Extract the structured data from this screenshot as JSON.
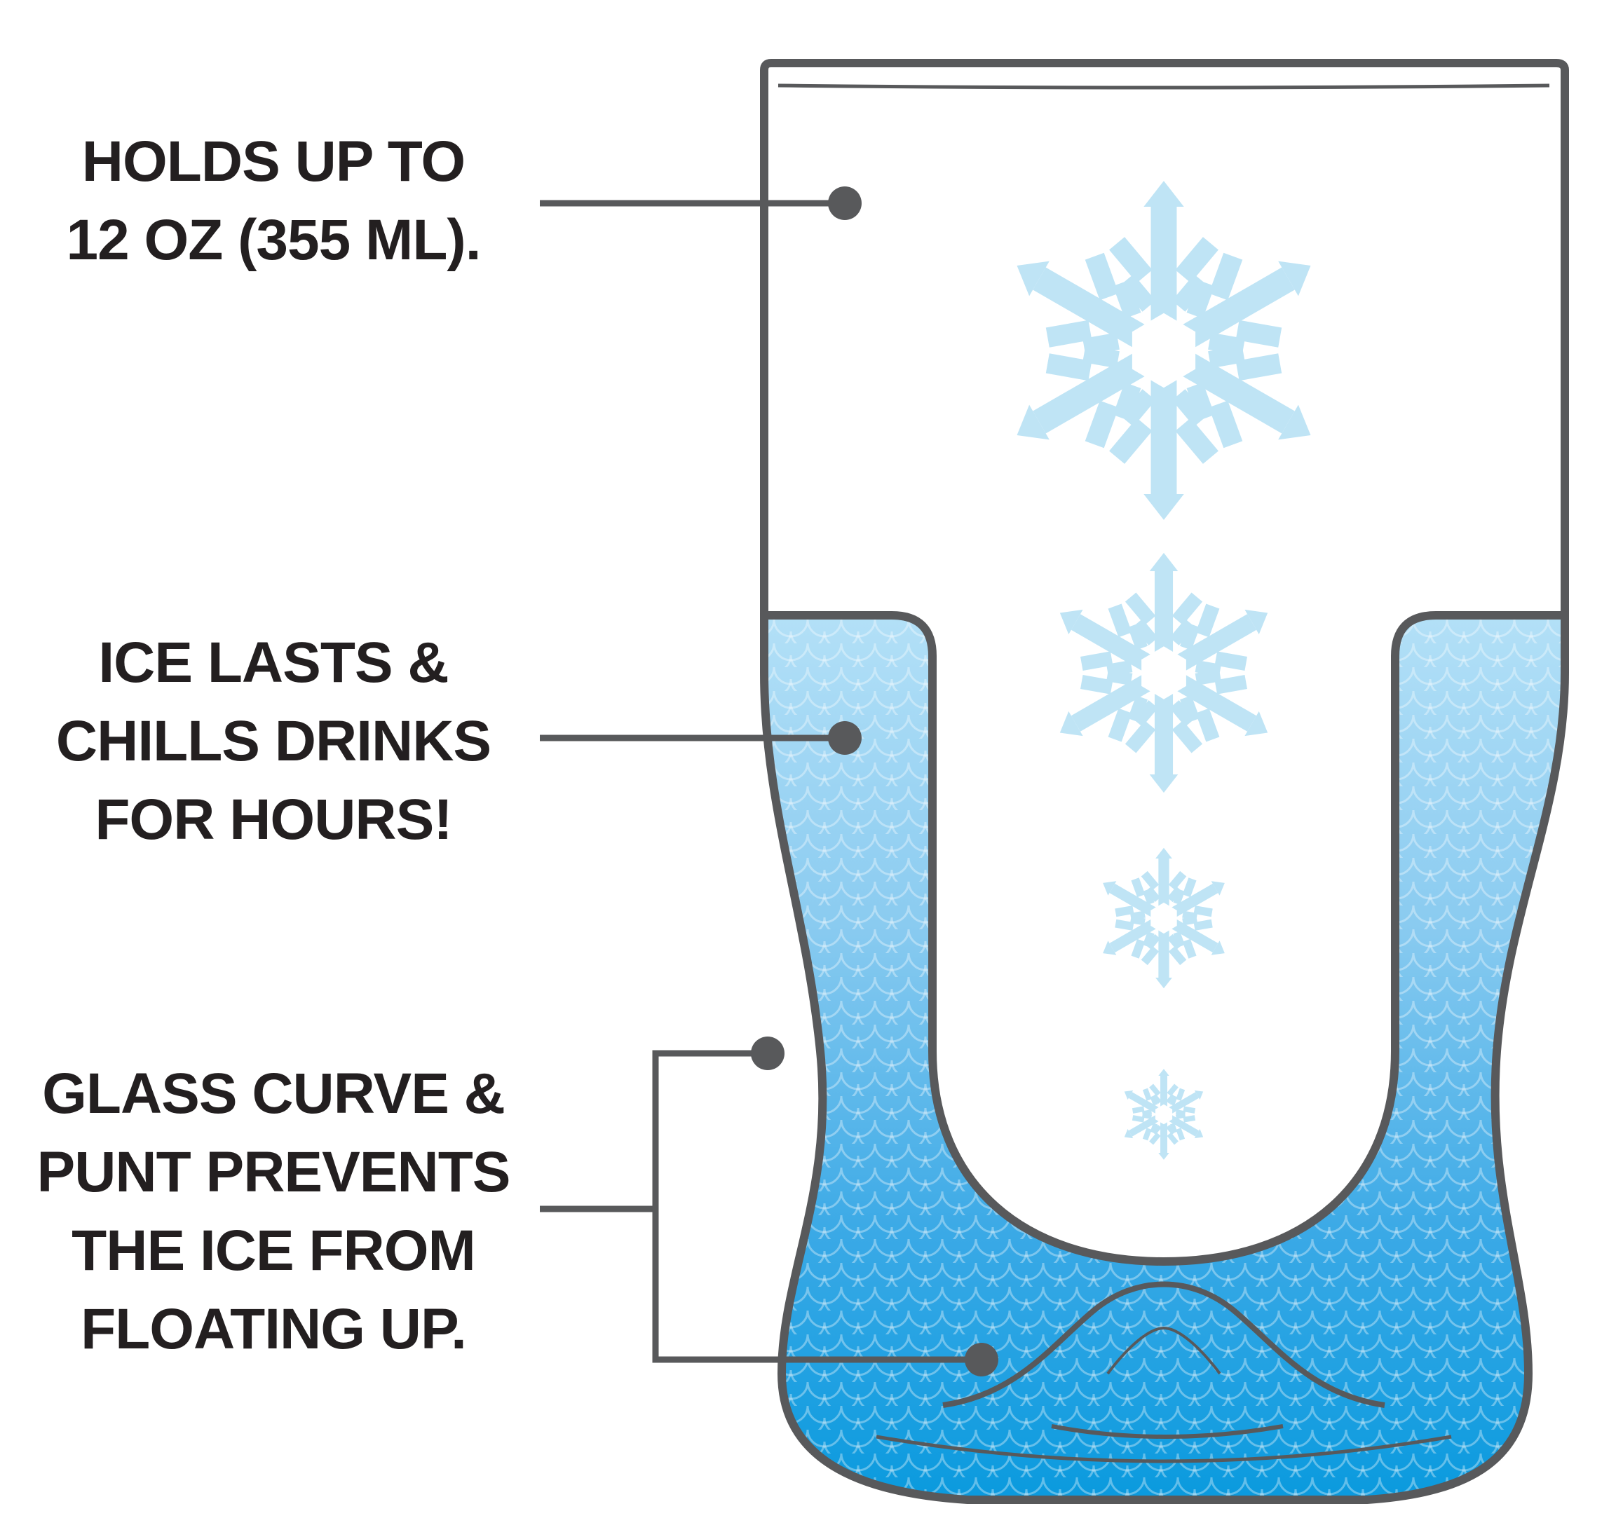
{
  "callouts": [
    {
      "lines": [
        "HOLDS UP TO",
        "12 OZ (355 ML)."
      ]
    },
    {
      "lines": [
        "ICE LASTS &",
        "CHILLS DRINKS",
        "FOR HOURS!"
      ]
    },
    {
      "lines": [
        "GLASS CURVE &",
        "PUNT PREVENTS",
        "THE ICE FROM",
        "FLOATING UP."
      ]
    }
  ],
  "colors": {
    "outline": "#58595b",
    "text": "#231f20",
    "ice_top": "#b3e0f7",
    "ice_bottom": "#0a9ade",
    "snowflake": "#bfe4f5"
  },
  "icons": [
    "snowflake-icon",
    "snowflake-icon",
    "snowflake-icon",
    "snowflake-icon"
  ]
}
